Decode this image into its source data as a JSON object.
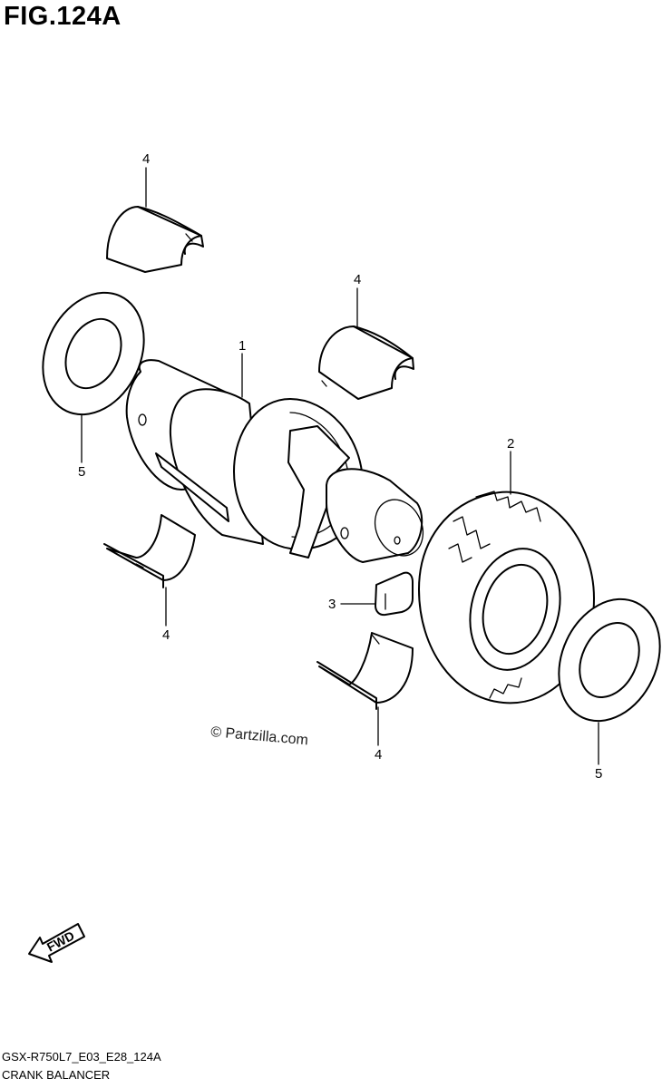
{
  "figure": {
    "title": "FIG.124A"
  },
  "callouts": [
    "1",
    "2",
    "3",
    "4",
    "4",
    "4",
    "4",
    "5",
    "5"
  ],
  "watermark": "© Partzilla.com",
  "fwd_label": "FWD",
  "footer": {
    "code": "GSX-R750L7_E03_E28_124A",
    "name": "CRANK BALANCER"
  }
}
